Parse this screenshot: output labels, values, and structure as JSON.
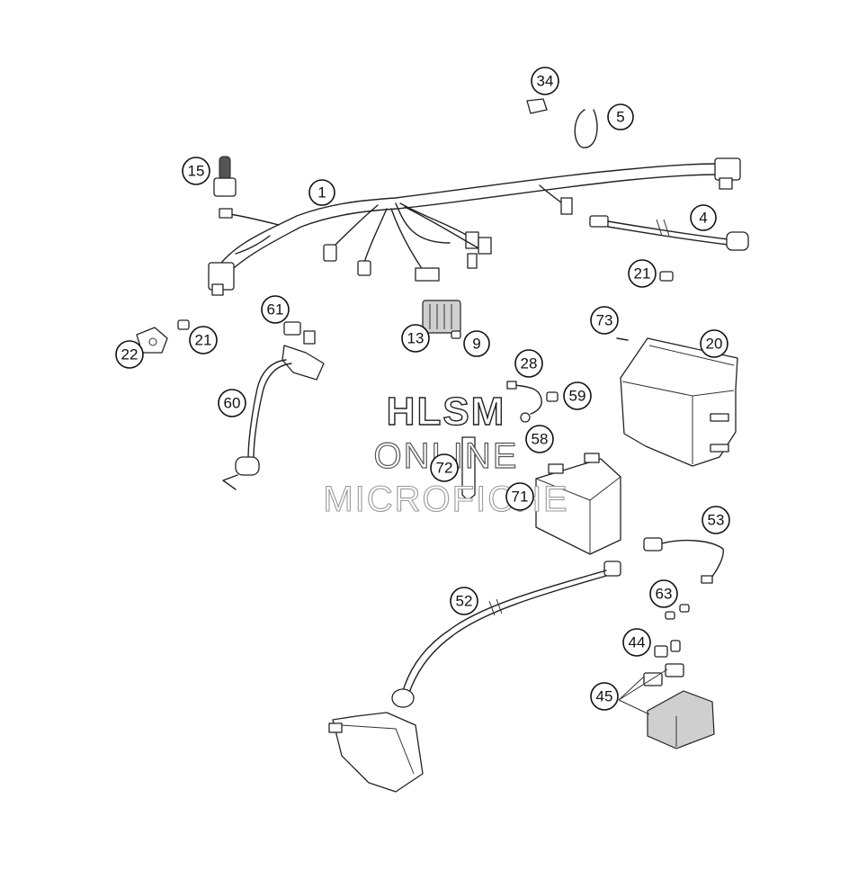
{
  "watermark": {
    "line1": "HLSM",
    "line2": "ONLINE",
    "line3": "MICROFICHE"
  },
  "callouts": {
    "c1": "1",
    "c4": "4",
    "c5": "5",
    "c9": "9",
    "c13": "13",
    "c15": "15",
    "c20": "20",
    "c21a": "21",
    "c21b": "21",
    "c22": "22",
    "c28": "28",
    "c34": "34",
    "c44": "44",
    "c45": "45",
    "c52": "52",
    "c53": "53",
    "c58": "58",
    "c59": "59",
    "c60": "60",
    "c61": "61",
    "c63": "63",
    "c71": "71",
    "c72": "72",
    "c73": "73"
  }
}
